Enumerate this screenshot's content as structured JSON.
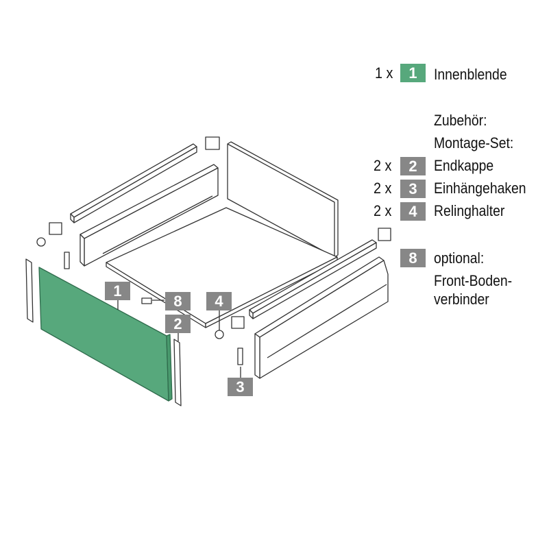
{
  "colors": {
    "accent_green": "#57a87c",
    "badge_gray": "#878787"
  },
  "legend": {
    "main": {
      "qty": "1 x",
      "num": "1",
      "label": "Innenblende"
    },
    "accessories_heading": "Zubehör:",
    "set_heading": "Montage-Set:",
    "items": [
      {
        "qty": "2 x",
        "num": "2",
        "label": "Endkappe"
      },
      {
        "qty": "2 x",
        "num": "3",
        "label": "Einhängehaken"
      },
      {
        "qty": "2 x",
        "num": "4",
        "label": "Relinghalter"
      }
    ],
    "optional": {
      "num": "8",
      "label": "optional:",
      "line1": "Front-Boden-",
      "line2": "verbinder"
    }
  },
  "callouts": [
    "1",
    "8",
    "4",
    "2",
    "3"
  ]
}
